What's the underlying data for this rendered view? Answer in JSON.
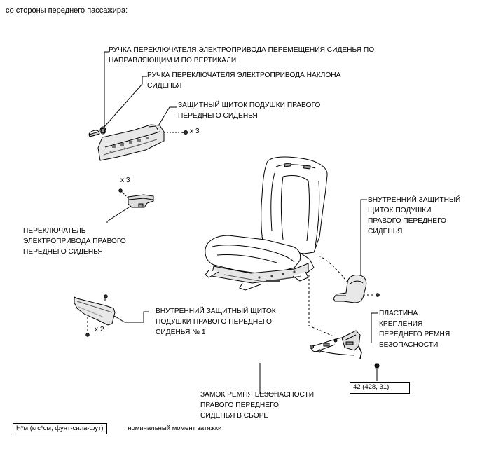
{
  "header": "со стороны переднего пассажира:",
  "labels": {
    "knob_slide": [
      "РУЧКА ПЕРЕКЛЮЧАТЕЛЯ ЭЛЕКТРОПРИВОДА ПЕРЕМЕЩЕНИЯ СИДЕНЬЯ ПО",
      "НАПРАВЛЯЮЩИМ И ПО ВЕРТИКАЛИ"
    ],
    "knob_recline": [
      "РУЧКА ПЕРЕКЛЮЧАТЕЛЯ ЭЛЕКТРОПРИВОДА НАКЛОНА",
      "СИДЕНЬЯ"
    ],
    "cushion_shield": [
      "ЗАЩИТНЫЙ ЩИТОК ПОДУШКИ ПРАВОГО",
      "ПЕРЕДНЕГО СИДЕНЬЯ"
    ],
    "power_switch": [
      "ПЕРЕКЛЮЧАТЕЛЬ",
      "ЭЛЕКТРОПРИВОДА ПРАВОГО",
      "ПЕРЕДНЕГО СИДЕНЬЯ"
    ],
    "inner_shield": [
      "ВНУТРЕННИЙ ЗАЩИТНЫЙ",
      "ЩИТОК ПОДУШКИ",
      "ПРАВОГО ПЕРЕДНЕГО",
      "СИДЕНЬЯ"
    ],
    "inner_shield_no1": [
      "ВНУТРЕННИЙ ЗАЩИТНЫЙ ЩИТОК",
      "ПОДУШКИ ПРАВОГО ПЕРЕДНЕГО",
      "СИДЕНЬЯ № 1"
    ],
    "belt_plate": [
      "ПЛАСТИНА",
      "КРЕПЛЕНИЯ",
      "ПЕРЕДНЕГО РЕМНЯ",
      "БЕЗОПАСНОСТИ"
    ],
    "buckle": [
      "ЗАМОК РЕМНЯ БЕЗОПАСНОСТИ",
      "ПРАВОГО ПЕРЕДНЕГО",
      "СИДЕНЬЯ В СБОРЕ"
    ]
  },
  "counts": {
    "shield_screws": "x 3",
    "switch_screws": "x 3",
    "inner_no1_screws": "x 2"
  },
  "torque": "42 (428, 31)",
  "legend": {
    "box": "Н*м (кгс*см, фунт-сила-фут)",
    "text": ": номинальный момент затяжки"
  }
}
